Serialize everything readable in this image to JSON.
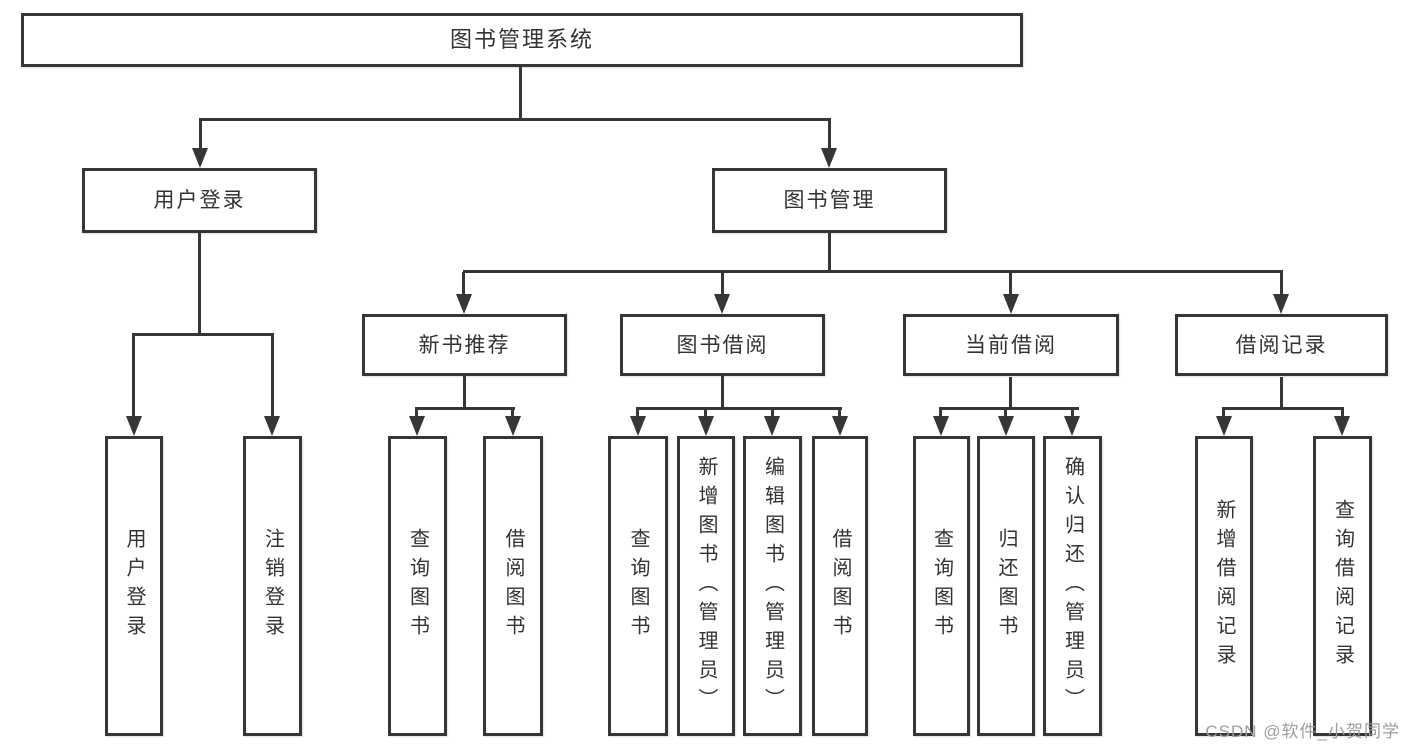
{
  "diagram_type": "tree",
  "colors": {
    "line": "#363636",
    "box_border": "#363636",
    "text": "#333333",
    "watermark": "#9e9e9e",
    "background": "#ffffff"
  },
  "tree": {
    "label": "图书管理系统",
    "children": [
      {
        "label": "用户登录",
        "children": [
          {
            "label": "用户登录"
          },
          {
            "label": "注销登录"
          }
        ]
      },
      {
        "label": "图书管理",
        "children": [
          {
            "label": "新书推荐",
            "children": [
              {
                "label": "查询图书"
              },
              {
                "label": "借阅图书"
              }
            ]
          },
          {
            "label": "图书借阅",
            "children": [
              {
                "label": "查询图书"
              },
              {
                "label": "新增图书（管理员）"
              },
              {
                "label": "编辑图书（管理员）"
              },
              {
                "label": "借阅图书"
              }
            ]
          },
          {
            "label": "当前借阅",
            "children": [
              {
                "label": "查询图书"
              },
              {
                "label": "归还图书"
              },
              {
                "label": "确认归还（管理员）"
              }
            ]
          },
          {
            "label": "借阅记录",
            "children": [
              {
                "label": "新增借阅记录"
              },
              {
                "label": "查询借阅记录"
              }
            ]
          }
        ]
      }
    ]
  },
  "watermark": {
    "text": "CSDN @软件_小贺同学"
  }
}
